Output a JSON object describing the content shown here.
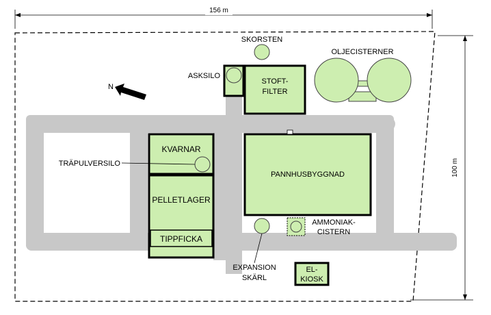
{
  "dimensions": {
    "width_label": "156 m",
    "height_label": "100 m"
  },
  "north": {
    "label": "N"
  },
  "buildings": {
    "skorsten": "SKORSTEN",
    "asksilo": "ASKSILO",
    "stoftfilter_line1": "STOFT-",
    "stoftfilter_line2": "FILTER",
    "oljecisterner": "OLJECISTERNER",
    "kvarnar": "KVARNAR",
    "trapulversilo": "TRÄPULVERSILO",
    "pelletlager": "PELLETLAGER",
    "tippficka": "TIPPFICKA",
    "pannhusbyggnad": "PANNHUSBYGGNAD",
    "ammoniak_line1": "AMMONIAK-",
    "ammoniak_line2": "CISTERN",
    "expansion_line1": "EXPANSION",
    "expansion_line2": "SKÄRL",
    "elkiosk_line1": "EL-",
    "elkiosk_line2": "KIOSK"
  },
  "colors": {
    "building_fill": "#cdeeb0",
    "road": "#c8c8c8"
  }
}
